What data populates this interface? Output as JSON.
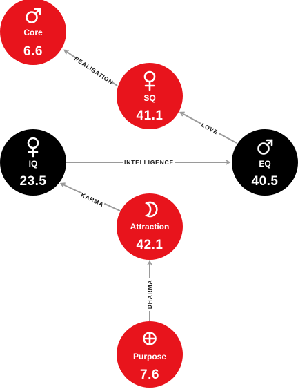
{
  "colors": {
    "red_node": "#e8141c",
    "black_node": "#000000",
    "edge": "#9a9a9a"
  },
  "nodes": {
    "core": {
      "name": "Core",
      "value": "6.6",
      "icon": "mars-icon",
      "color": "red"
    },
    "sq": {
      "name": "SQ",
      "value": "41.1",
      "icon": "venus-icon",
      "color": "red"
    },
    "iq": {
      "name": "IQ",
      "value": "23.5",
      "icon": "venus-icon",
      "color": "black"
    },
    "eq": {
      "name": "EQ",
      "value": "40.5",
      "icon": "mars-icon",
      "color": "black"
    },
    "attraction": {
      "name": "Attraction",
      "value": "42.1",
      "icon": "crescent-moon-icon",
      "color": "red"
    },
    "purpose": {
      "name": "Purpose",
      "value": "7.6",
      "icon": "earth-cross-icon",
      "color": "red"
    }
  },
  "edges": {
    "realisation": {
      "label": "REALISATION",
      "from": "SQ",
      "to": "Core"
    },
    "love": {
      "label": "LOVE",
      "from": "EQ",
      "to": "SQ"
    },
    "intelligence": {
      "label": "INTELLIGENCE",
      "from": "IQ",
      "to": "EQ"
    },
    "karma": {
      "label": "KARMA",
      "from": "Attraction",
      "to": "IQ"
    },
    "dharma": {
      "label": "DHARMA",
      "from": "Purpose",
      "to": "Attraction"
    }
  }
}
